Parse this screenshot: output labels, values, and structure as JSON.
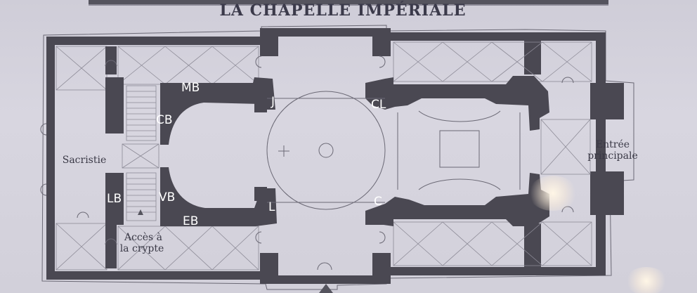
{
  "title": "LA CHAPELLE IMPÉRIALE",
  "rooms": {
    "sacristie": "Sacristie",
    "entree_line1": "Entrée",
    "entree_line2": "principale",
    "crypte_line1": "Accès à",
    "crypte_line2": "la crypte"
  },
  "markers": {
    "mb": "MB",
    "cb": "CB",
    "j": "J",
    "cl": "CL",
    "lb": "LB",
    "vb": "VB",
    "eb": "EB",
    "l": "L",
    "c": "C"
  },
  "colors": {
    "wall": "#4a4852",
    "paper": "#d6d4de",
    "marker": "#ffffff"
  }
}
